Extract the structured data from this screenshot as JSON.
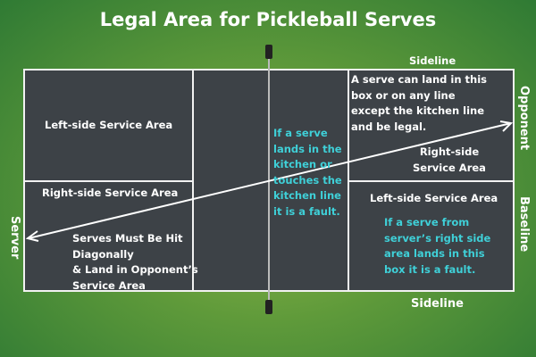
{
  "title": "Legal Area for Pickleball Serves",
  "labels": {
    "sideline_top": "Sideline",
    "sideline_bottom": "Sideline",
    "opponent": "Opponent",
    "baseline": "Baseline",
    "server": "Server"
  },
  "left_court": {
    "left_service_area": "Left-side Service Area",
    "right_service_area": "Right-side Service Area",
    "serve_rule": [
      "Serves Must Be Hit",
      "Diagonally",
      "& Land in Opponent’s",
      "Service Area"
    ]
  },
  "kitchen_note": [
    "If a serve",
    "lands in the",
    "kitchen or",
    "touches the",
    "kitchen line",
    "it is a fault."
  ],
  "right_court": {
    "legal_note": [
      "A serve can land in this",
      "box or on any line",
      "except the kitchen line",
      "and be legal."
    ],
    "right_service_area": [
      "Right-side",
      "Service Area"
    ],
    "left_service_area": "Left-side Service Area",
    "fault_note": [
      "If a serve from",
      "server’s right side",
      "area lands in this",
      "box it is a fault."
    ]
  },
  "colors": {
    "court": "#3d4247",
    "note": "#3fd0d8",
    "line": "#f2f2f2"
  }
}
